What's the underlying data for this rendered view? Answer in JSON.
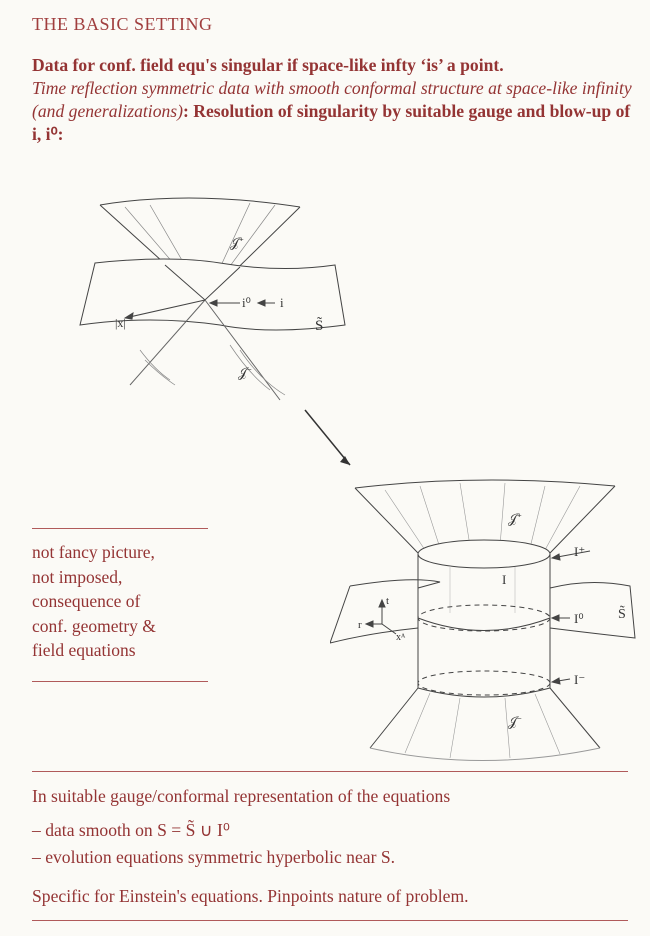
{
  "title": "THE BASIC SETTING",
  "intro": {
    "line1": "Data for conf. field equ's singular if space-like infty ‘is’ a point.",
    "italic": "Time reflection symmetric data with smooth conformal structure at space-like infinity (and generalizations)",
    "colon": ": ",
    "bold": "Resolution of singularity by suitable gauge and blow-up of i, i⁰:"
  },
  "figure_top": {
    "labels": {
      "scri_plus": "𝒥⁺",
      "scri_minus": "𝒥⁻",
      "i0": "i⁰",
      "i": "i",
      "x": "|x|",
      "S": "S̃"
    }
  },
  "figure_bottom": {
    "labels": {
      "scri_plus": "𝒥⁺",
      "scri_minus": "𝒥⁻",
      "I_plus": "I⁺",
      "I": "I",
      "I0": "I⁰",
      "I_minus": "I⁻",
      "S": "S̃",
      "t": "t",
      "r": "r",
      "xA": "xᴬ"
    }
  },
  "side_note": {
    "lines": [
      "not fancy picture,",
      "not imposed,",
      "consequence of",
      "conf. geometry &",
      "field equations"
    ]
  },
  "conclusion": {
    "heading": "In suitable gauge/conformal representation of the equations",
    "bullets": [
      "– data smooth on S = S̃ ∪ I⁰",
      "– evolution equations symmetric hyperbolic near S."
    ],
    "closing": "Specific for Einstein's equations. Pinpoints nature of problem."
  }
}
